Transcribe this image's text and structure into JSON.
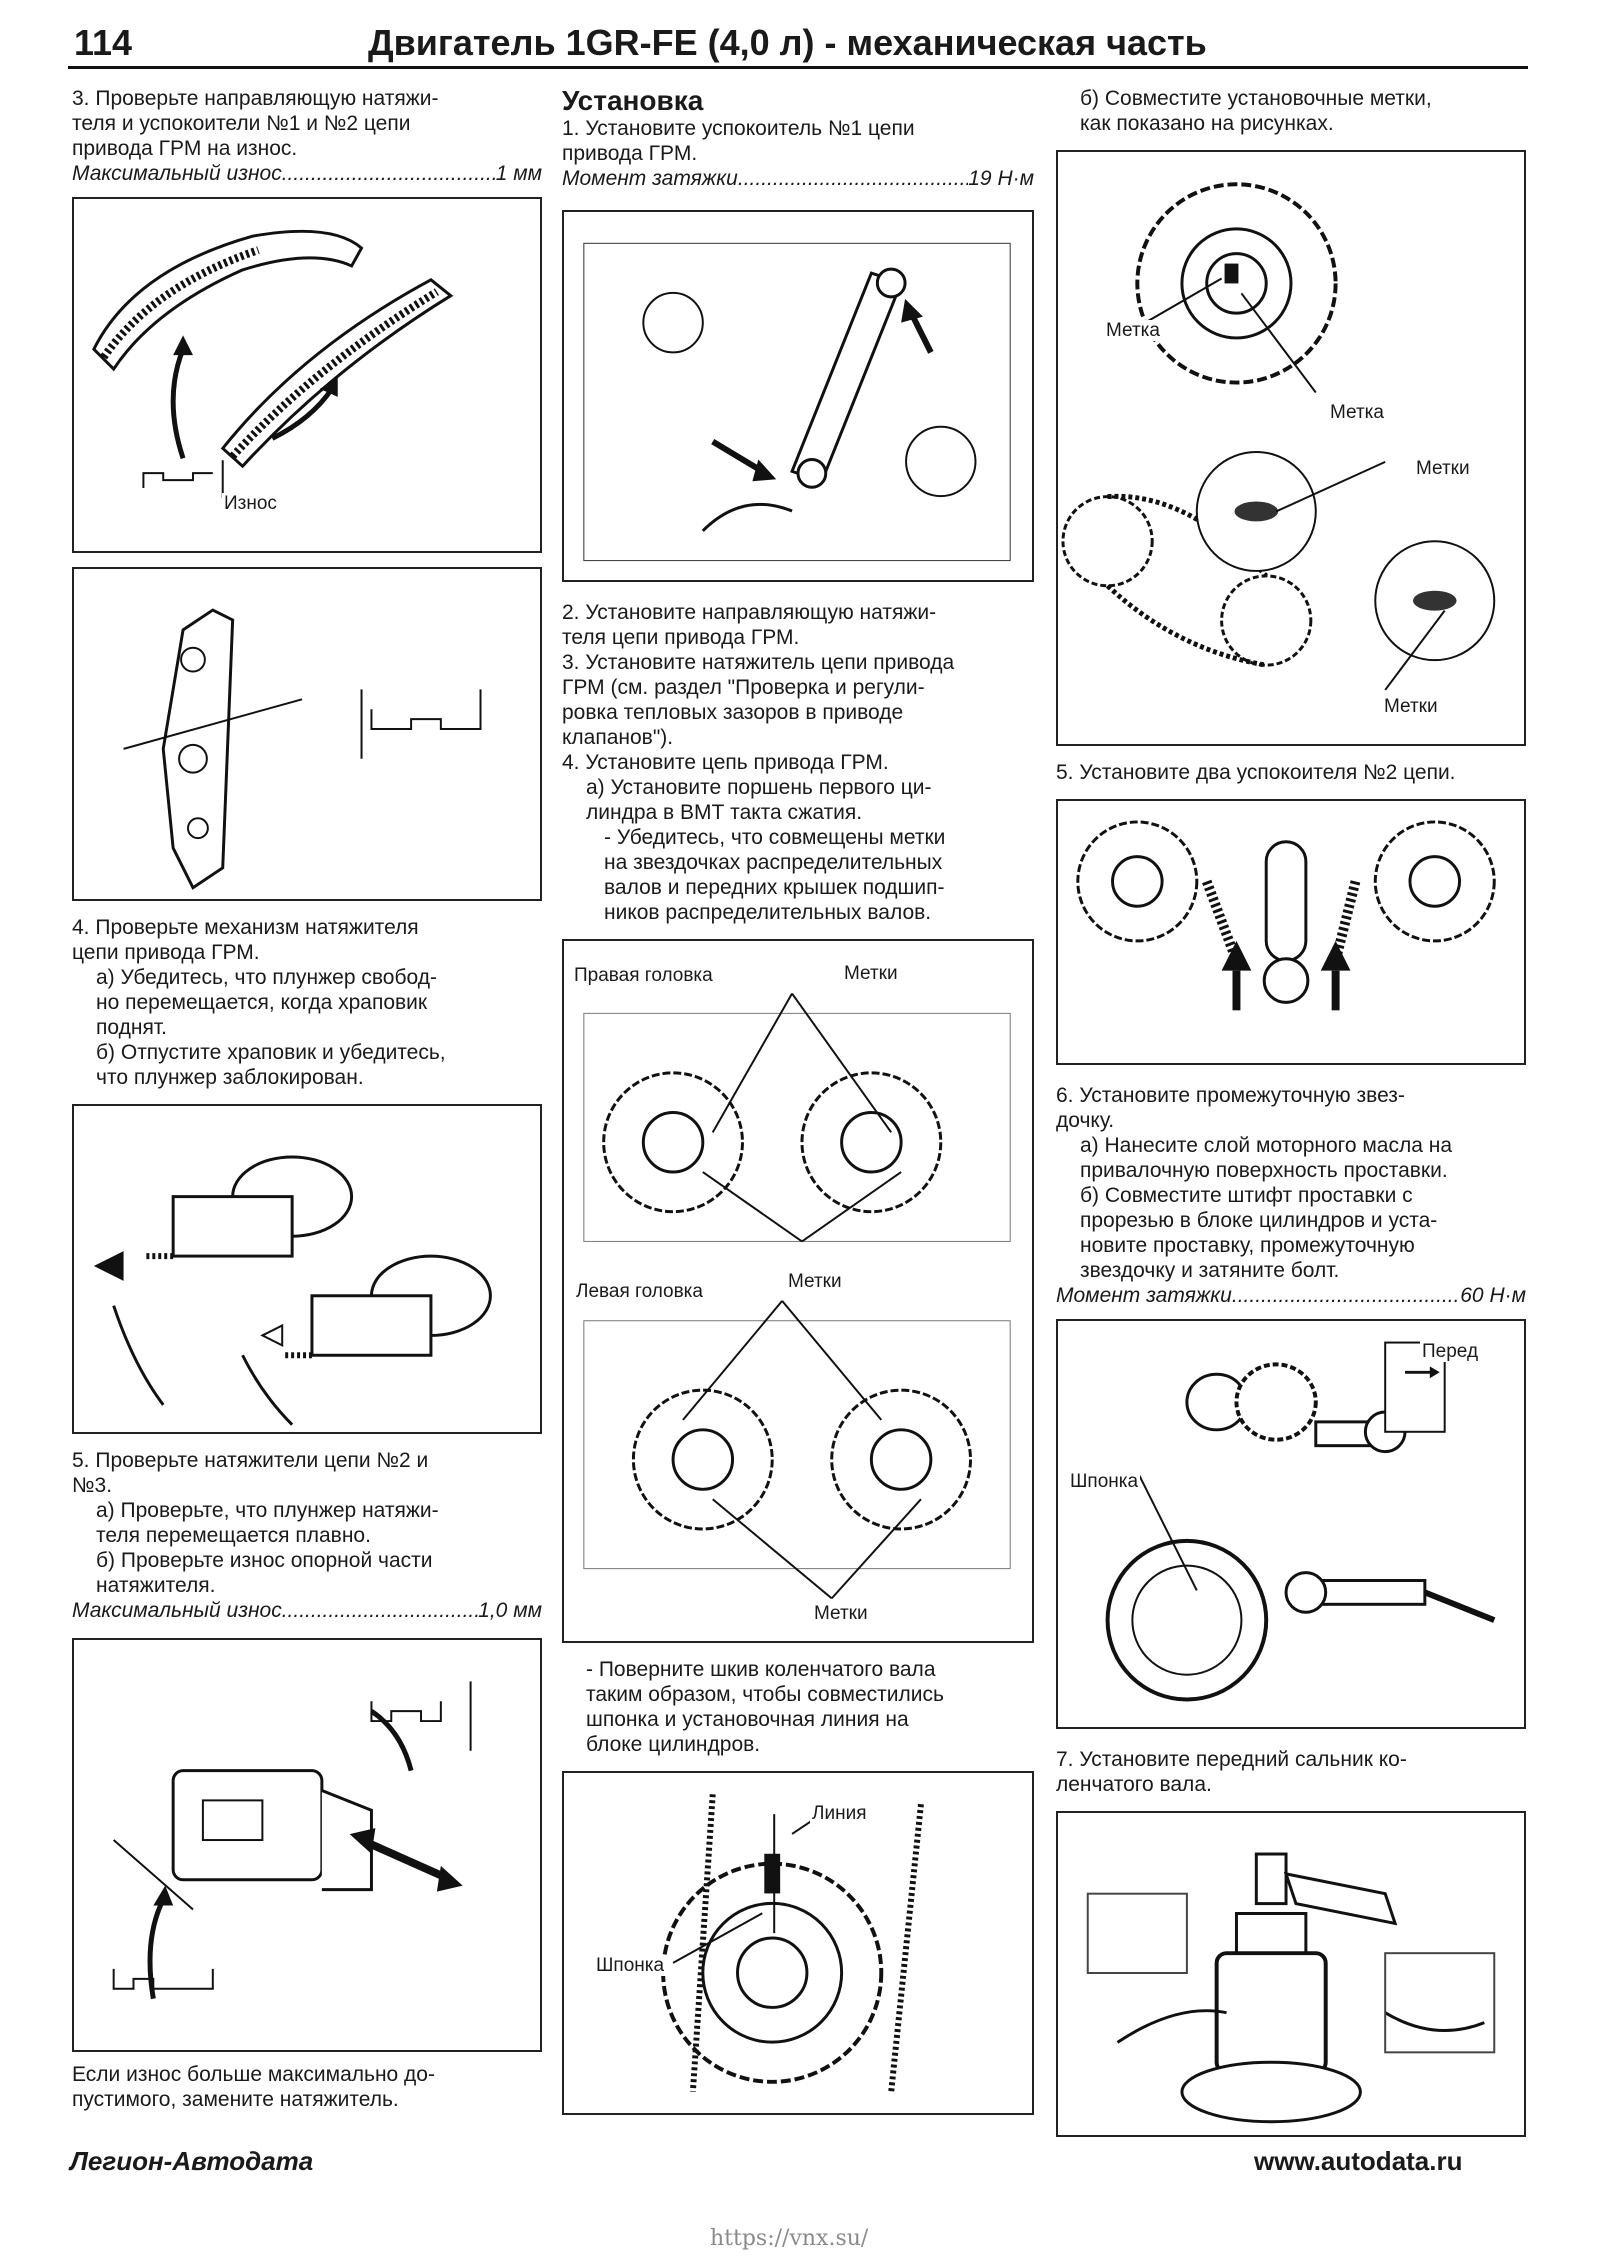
{
  "header": {
    "page_number": "114",
    "title": "Двигатель 1GR-FE (4,0 л) - механическая часть"
  },
  "col1": {
    "item3_lines": [
      "3. Проверьте направляющую натяжи-",
      "теля и успокоители №1 и №2 цепи",
      "привода ГРМ на износ."
    ],
    "item3_spec": {
      "label": "Максимальный износ",
      "value": "1 мм"
    },
    "fig1_label": "Износ",
    "item4_lines": [
      "4. Проверьте механизм натяжителя",
      "цепи привода ГРМ."
    ],
    "item4_sub": [
      "а) Убедитесь, что плунжер свобод-",
      "но перемещается, когда храповик",
      "поднят.",
      "б) Отпустите храповик и убедитесь,",
      "что плунжер заблокирован."
    ],
    "item5_lines": [
      "5. Проверьте натяжители цепи №2 и",
      "№3."
    ],
    "item5_sub": [
      "а) Проверьте, что плунжер натяжи-",
      "теля перемещается плавно.",
      "б) Проверьте износ опорной части",
      "натяжителя."
    ],
    "item5_spec": {
      "label": "Максимальный износ",
      "value": "1,0 мм"
    },
    "bottom_lines": [
      "Если износ больше максимально до-",
      "пустимого, замените натяжитель."
    ]
  },
  "col2": {
    "heading": "Установка",
    "step1_lines": [
      "1. Установите успокоитель №1 цепи",
      "привода ГРМ."
    ],
    "step1_spec": {
      "label": "Момент затяжки",
      "value": "19 Н·м"
    },
    "steps_lines": [
      "2. Установите направляющую натяжи-",
      "теля цепи привода ГРМ.",
      "3. Установите натяжитель цепи привода",
      "ГРМ (см. раздел \"Проверка и регули-",
      "ровка тепловых зазоров в приводе",
      "клапанов\").",
      "4. Установите цепь привода ГРМ."
    ],
    "step4a_lines": [
      "а) Установите поршень первого ци-",
      "линдра в ВМТ такта сжатия."
    ],
    "step4a_dash": [
      "- Убедитесь, что совмещены метки",
      "на звездочках распределительных",
      "валов и передних крышек подшип-",
      "ников распределительных валов."
    ],
    "fig_heads": {
      "right_head": "Правая головка",
      "marks_1": "Метки",
      "left_head": "Левая головка",
      "marks_2": "Метки",
      "marks_3": "Метки"
    },
    "crank_lines": [
      "- Поверните шкив коленчатого вала",
      "таким образом, чтобы совместились",
      "шпонка и установочная линия на",
      "блоке цилиндров."
    ],
    "fig_crank": {
      "line": "Линия",
      "key": "Шпонка"
    }
  },
  "col3": {
    "step4b_lines": [
      "б) Совместите установочные метки,",
      "как показано на рисунках."
    ],
    "fig_marks": {
      "mark_a": "Метка",
      "mark_b": "Метка",
      "marks_a": "Метки",
      "marks_b": "Метки"
    },
    "step5_line": "5. Установите два успокоителя №2 цепи.",
    "step6_lines": [
      "6. Установите промежуточную звез-",
      "дочку."
    ],
    "step6_sub": [
      "а) Нанесите слой моторного масла на",
      "привалочную поверхность проставки.",
      "б) Совместите штифт проставки с",
      "прорезью в блоке цилиндров и уста-",
      "новите проставку, промежуточную",
      "звездочку и затяните болт."
    ],
    "step6_spec": {
      "label": "Момент затяжки",
      "value": "60 Н·м"
    },
    "fig_idler": {
      "front": "Перед",
      "key": "Шпонка"
    },
    "step7_lines": [
      "7. Установите передний сальник ко-",
      "ленчатого вала."
    ]
  },
  "footer": {
    "publisher": "Легион-Автодата",
    "site": "www.autodata.ru",
    "watermark": "https://vnx.su/"
  }
}
